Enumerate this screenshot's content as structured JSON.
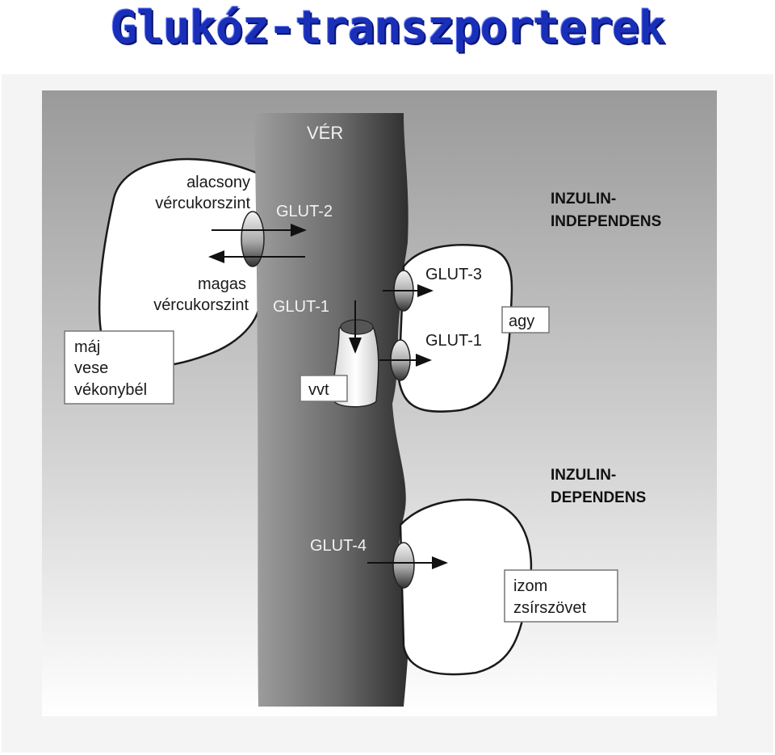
{
  "title": "Glukóz-transzporterek",
  "vessel": {
    "label": "VÉR"
  },
  "liver_cell": {
    "low_label_1": "alacsony",
    "low_label_2": "vércukorszint",
    "high_label_1": "magas",
    "high_label_2": "vércukorszint",
    "transporter": "GLUT-2",
    "tissue_box": [
      "máj",
      "vese",
      "vékonybél"
    ]
  },
  "rbc": {
    "transporter": "GLUT-1",
    "label": "vvt"
  },
  "brain_cell": {
    "transporters": [
      "GLUT-3",
      "GLUT-1"
    ],
    "label": "agy"
  },
  "groups": {
    "independent_1": "INZULIN-",
    "independent_2": "INDEPENDENS",
    "dependent_1": "INZULIN-",
    "dependent_2": "DEPENDENS"
  },
  "muscle_cell": {
    "transporter": "GLUT-4",
    "tissue_box": [
      "izom",
      "zsírszövet"
    ]
  },
  "colors": {
    "title": "#1a2fb8",
    "vessel_dark": "#3a3a3a",
    "vessel_light": "#9a9a9a",
    "background_top": "#9c9c9c",
    "background_bottom": "#ffffff"
  }
}
